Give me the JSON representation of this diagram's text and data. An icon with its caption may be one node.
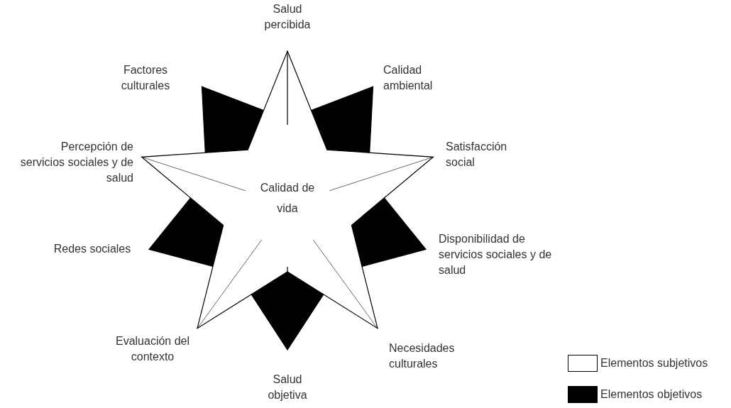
{
  "diagram": {
    "nodes": [
      {
        "text": [
          "Calidad de vida"
        ]
      }
    ],
    "labels": [
      "Salud percibida",
      "Factores culturales",
      "Calidad ambiental",
      "Percepción de servicios sociales y de salud",
      "Satisfacción social",
      "Disponibilidad de servicios sociales y de salud",
      "Redes sociales",
      "Evaluación del contexto",
      "Necesidades culturales",
      "Salud objetiva"
    ],
    "legend": [
      {
        "text": "Elementos subjetivos",
        "color": "#ffffff"
      },
      {
        "text": "Elementos objetivos",
        "color": "#000000"
      }
    ]
  }
}
